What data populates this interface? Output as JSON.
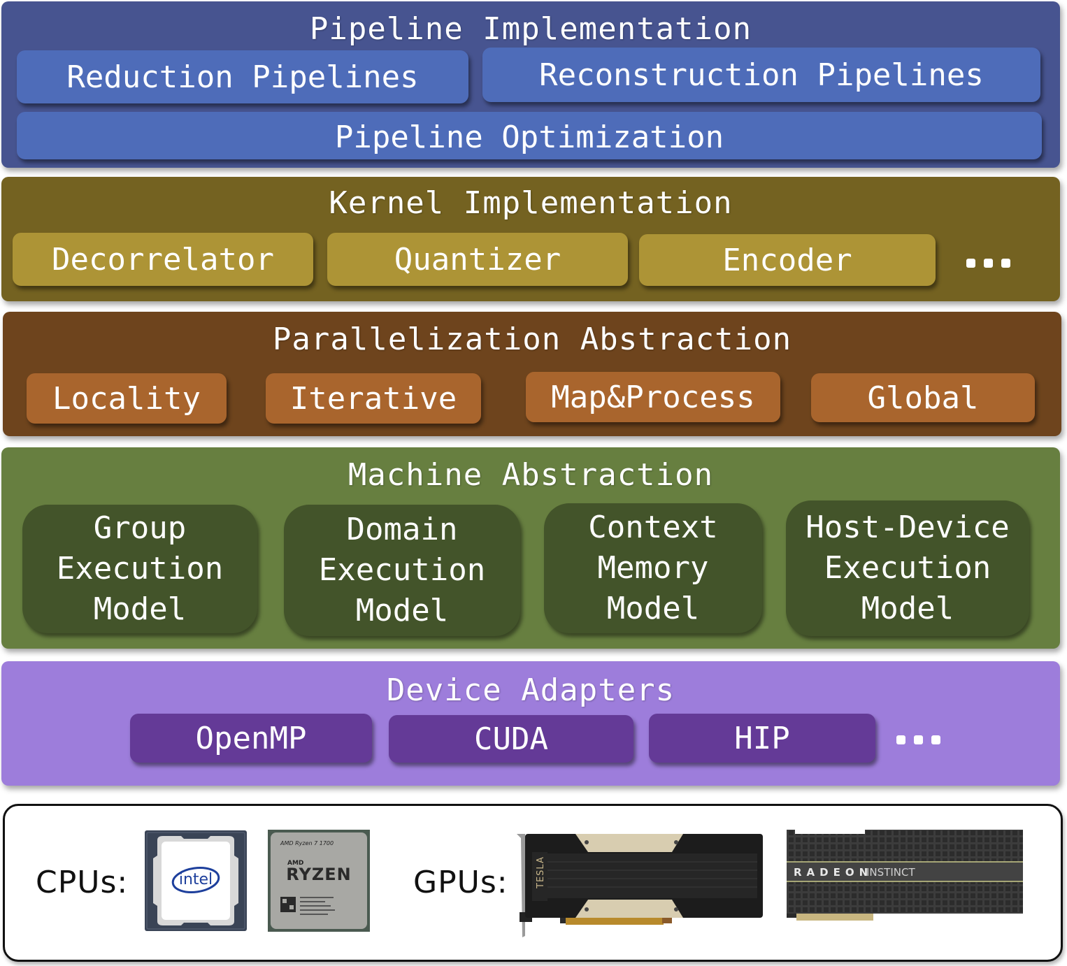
{
  "layers": {
    "pipeline": {
      "title": "Pipeline Implementation",
      "items": [
        "Reduction Pipelines",
        "Reconstruction Pipelines",
        "Pipeline Optimization"
      ],
      "colors": {
        "background": "#475490",
        "box": "#4e6cb9"
      }
    },
    "kernel": {
      "title": "Kernel Implementation",
      "items": [
        "Decorrelator",
        "Quantizer",
        "Encoder"
      ],
      "more": "...",
      "colors": {
        "background": "#746221",
        "box": "#ad9436"
      }
    },
    "parallelization": {
      "title": "Parallelization Abstraction",
      "items": [
        "Locality",
        "Iterative",
        "Map&Process",
        "Global"
      ],
      "colors": {
        "background": "#6e441d",
        "box": "#a9652d"
      }
    },
    "machine": {
      "title": "Machine Abstraction",
      "items": [
        {
          "lines": [
            "Group",
            "Execution",
            "Model"
          ]
        },
        {
          "lines": [
            "Domain",
            "Execution",
            "Model"
          ]
        },
        {
          "lines": [
            "Context",
            "Memory",
            "Model"
          ]
        },
        {
          "lines": [
            "Host-Device",
            "Execution",
            "Model"
          ]
        }
      ],
      "colors": {
        "background": "#677f40",
        "box": "#43542a"
      }
    },
    "device": {
      "title": "Device Adapters",
      "items": [
        "OpenMP",
        "CUDA",
        "HIP"
      ],
      "more": "...",
      "colors": {
        "background": "#9d7ddb",
        "box": "#643a97"
      }
    }
  },
  "hardware": {
    "cpus_label": "CPUs:",
    "gpus_label": "GPUs:",
    "cpus": [
      {
        "name": "intel-cpu",
        "logo_text": "intel"
      },
      {
        "name": "amd-ryzen-cpu",
        "brand_small": "AMD",
        "logo_text": "RYZEN",
        "model_text": "AMD Ryzen 7 1700"
      }
    ],
    "gpus": [
      {
        "name": "nvidia-tesla-gpu",
        "logo_text": "TESLA"
      },
      {
        "name": "amd-radeon-instinct-gpu",
        "logo_text_bold": "RADEON",
        "logo_text_light": "INSTINCT"
      }
    ]
  }
}
